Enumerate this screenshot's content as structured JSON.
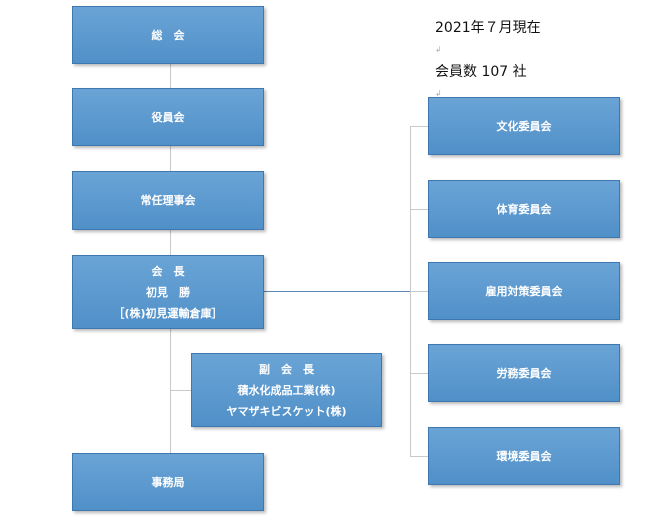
{
  "info": {
    "date": "2021年７月現在",
    "members": "会員数 107 社"
  },
  "boxes": {
    "general_meeting": [
      "総　会"
    ],
    "board": [
      "役員会"
    ],
    "standing_board": [
      "常任理事会"
    ],
    "president": [
      "会　長",
      "初見　勝",
      "［(株)初見運輸倉庫］"
    ],
    "vice_president": [
      "副　会　長",
      "積水化成品工業(株)",
      "ヤマザキビスケット(株)"
    ],
    "secretariat": [
      "事務局"
    ],
    "culture": [
      "文化委員会"
    ],
    "sports": [
      "体育委員会"
    ],
    "employment": [
      "雇用対策委員会"
    ],
    "labor": [
      "労務委員会"
    ],
    "environment": [
      "環境委員会"
    ]
  }
}
